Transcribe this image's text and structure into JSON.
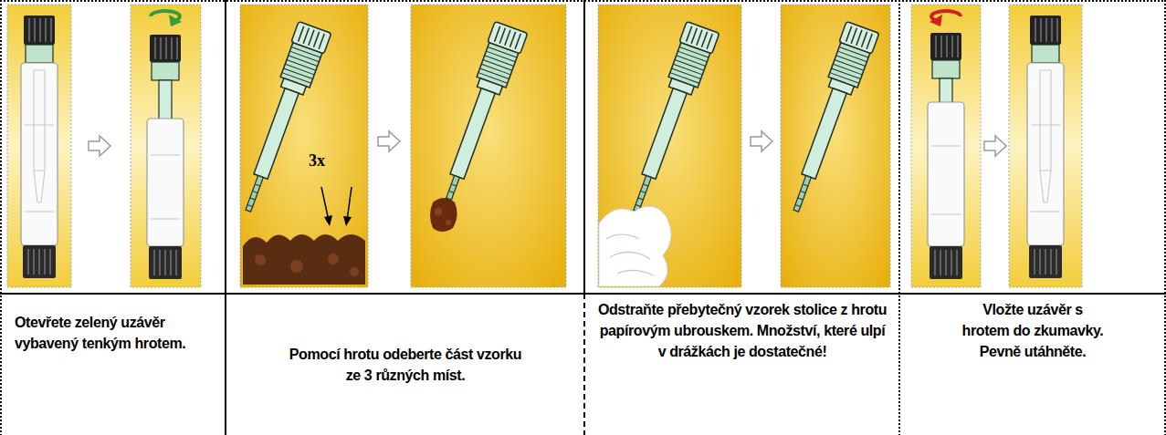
{
  "diagram": {
    "nodes": [
      {
        "text": [
          "Otevřete zelený uzávěr vybavený tenkým hrotem."
        ]
      },
      {
        "text": [
          "Pomocí hrotu odeberte část vzorku ze 3 různých míst."
        ]
      },
      {
        "text": [
          "Odstraňte přebytečný vzorek stolice z hrotu papírovým ubrouskem. Množství, které ulpí v drážkách je dostatečné!"
        ]
      },
      {
        "text": [
          "Vložte uzávěr s hrotem do zkumavky. Pevně utáhněte."
        ]
      }
    ],
    "labels": [
      "3x"
    ]
  }
}
